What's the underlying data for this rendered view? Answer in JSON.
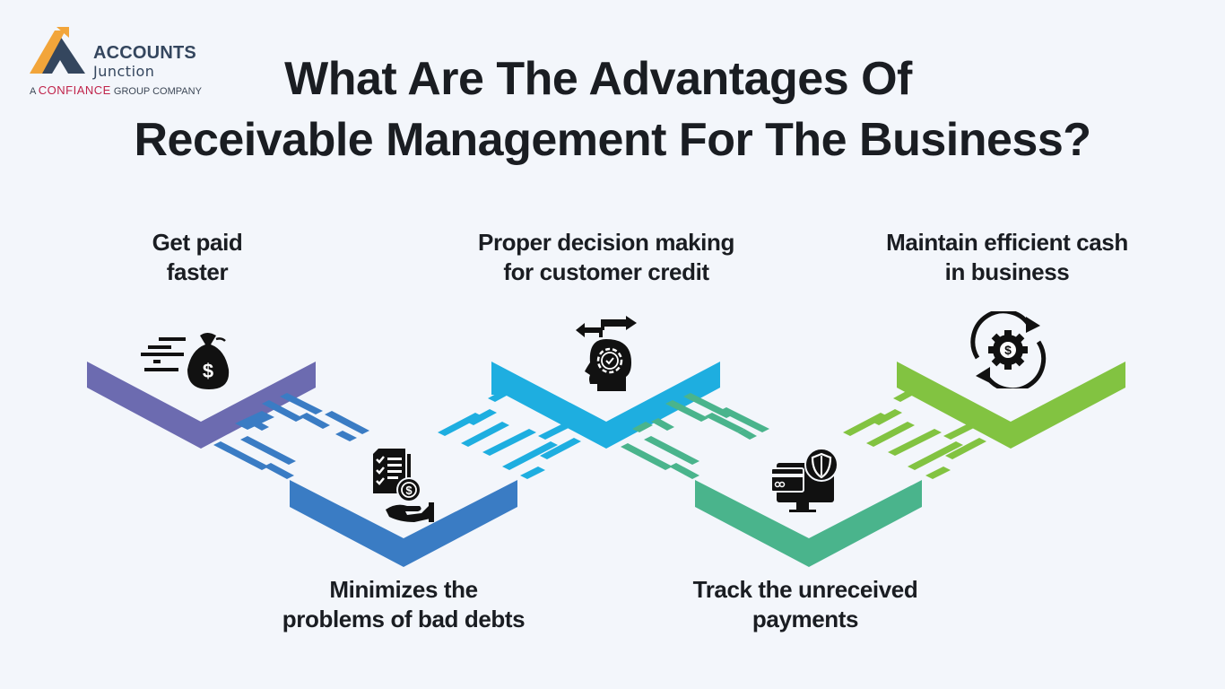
{
  "logo": {
    "brand_line1": "ACCOUNTS",
    "brand_line2": "Junction",
    "tagline_prefix": "A",
    "tagline_company": "CONFIANCE",
    "tagline_suffix": "GROUP COMPANY"
  },
  "title": {
    "line1": "What Are The Advantages Of",
    "line2": "Receivable Management For The Business?"
  },
  "colors": {
    "background": "#f3f6fb",
    "purple": "#6c6bb0",
    "blue": "#3a7cc4",
    "cyan": "#1eaee0",
    "teal": "#4ab48c",
    "green": "#82c341",
    "text": "#1a1d22"
  },
  "steps": [
    {
      "id": 1,
      "label_line1": "Get paid",
      "label_line2": "faster",
      "icon": "money-bag-icon",
      "position": "top",
      "color": "#6c6bb0"
    },
    {
      "id": 2,
      "label_line1": "Minimizes the",
      "label_line2": "problems of bad debts",
      "icon": "invoice-hand-icon",
      "position": "bottom",
      "color": "#3a7cc4"
    },
    {
      "id": 3,
      "label_line1": "Proper decision making",
      "label_line2": "for customer credit",
      "icon": "decision-head-icon",
      "position": "top",
      "color": "#1eaee0"
    },
    {
      "id": 4,
      "label_line1": "Track the unreceived",
      "label_line2": "payments",
      "icon": "secure-payment-monitor-icon",
      "position": "bottom",
      "color": "#4ab48c"
    },
    {
      "id": 5,
      "label_line1": "Maintain efficient cash",
      "label_line2": "in business",
      "icon": "cash-cycle-icon",
      "position": "top",
      "color": "#82c341"
    }
  ]
}
